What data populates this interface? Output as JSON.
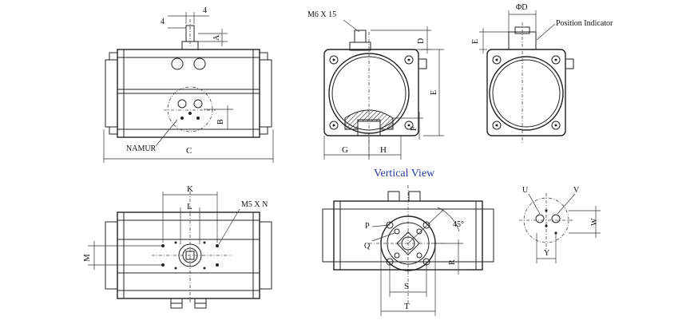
{
  "title": "Vertical View",
  "labels": {
    "dim_4a": "4",
    "dim_4b": "4",
    "dim_A": "A",
    "dim_B": "B",
    "dim_C": "C",
    "namur": "NAMUR",
    "bolt": "M6 X 15",
    "dim_D": "D",
    "dim_E": "E",
    "dim_F": "F",
    "dim_G": "G",
    "dim_H": "H",
    "phi_D": "ΦD",
    "dim_E2": "E",
    "position_indicator": "Position Indicator",
    "dim_K": "K",
    "dim_L": "L",
    "dim_M": "M",
    "m5": "M5 X N",
    "dim_P": "P",
    "dim_Q": "Q",
    "dim_R": "R",
    "dim_S": "S",
    "dim_T": "T",
    "angle": "45°",
    "dim_U": "U",
    "dim_V": "V",
    "dim_W": "W",
    "dim_Y": "Y"
  }
}
